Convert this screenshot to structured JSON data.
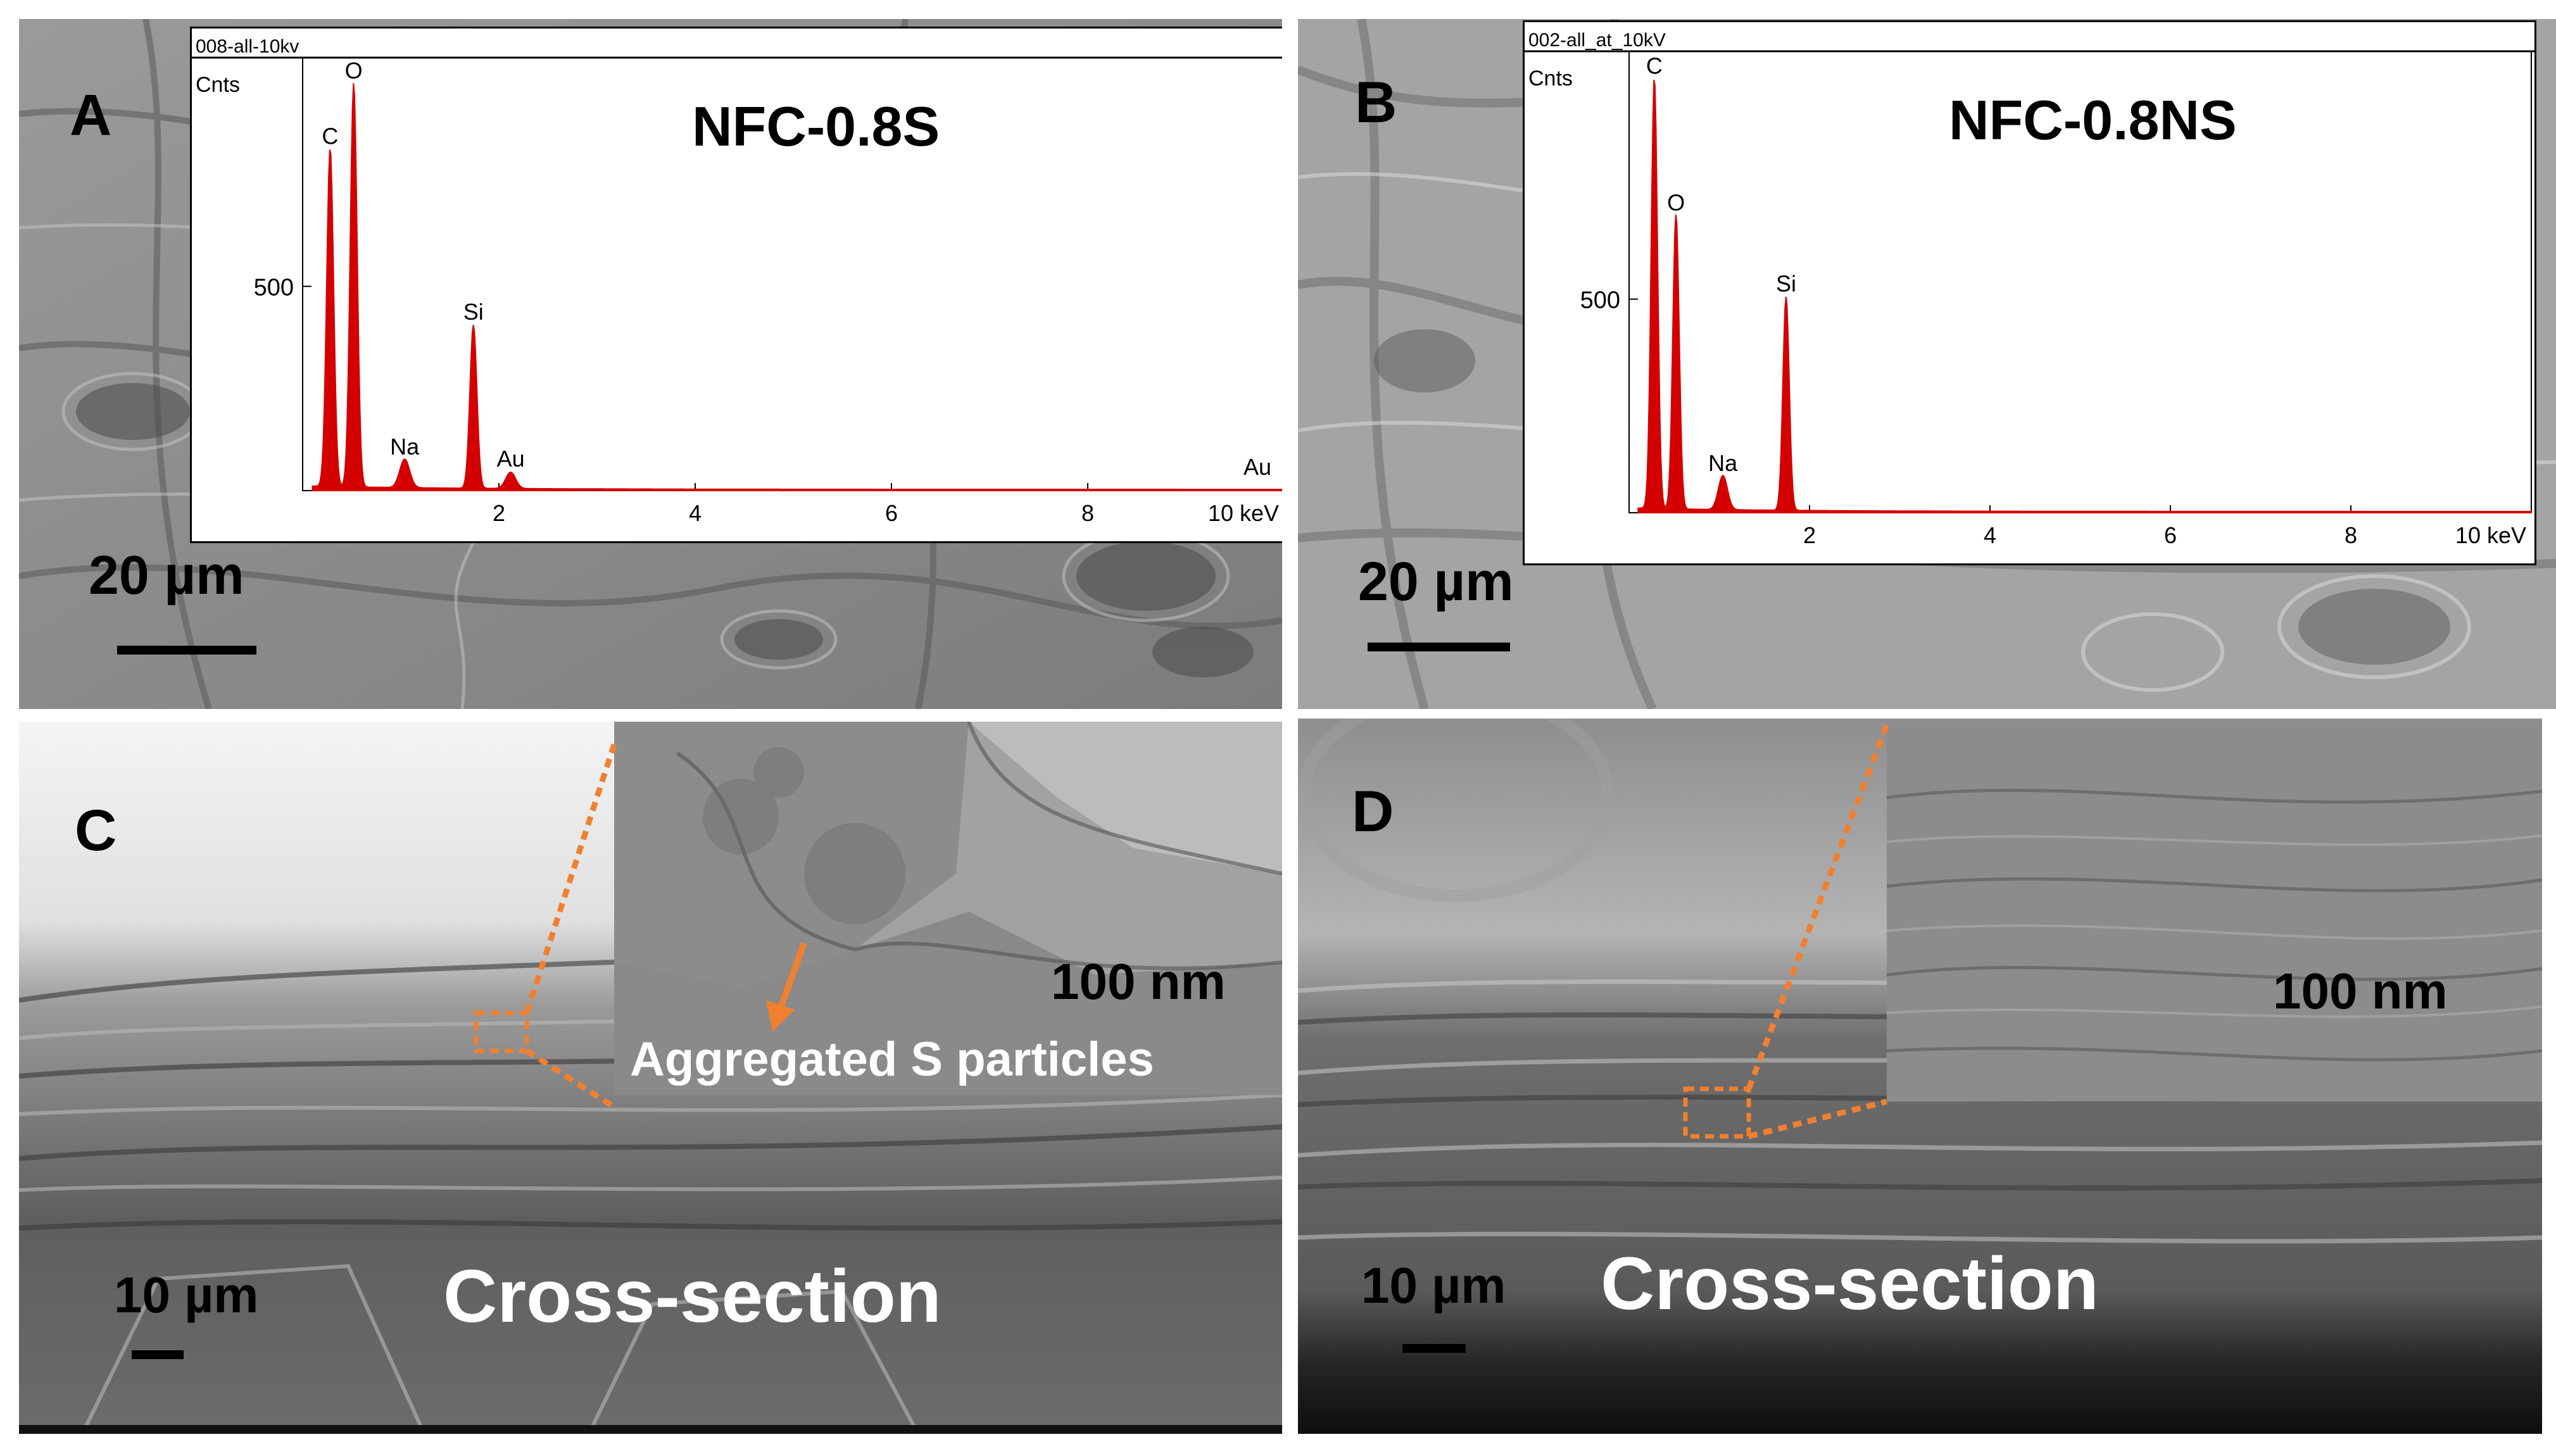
{
  "panels": {
    "A": {
      "label": "A",
      "scale": "20 µm",
      "eds": {
        "header": "008-all-10kv",
        "ylabel": "Cnts",
        "sample": "NFC-0.8S",
        "ytick": "500",
        "xticks": [
          "2",
          "4",
          "6",
          "8",
          "10 keV"
        ],
        "peaks": [
          {
            "element": "C",
            "energy": 0.28,
            "counts": 830
          },
          {
            "element": "O",
            "energy": 0.52,
            "counts": 990
          },
          {
            "element": "Na",
            "energy": 1.04,
            "counts": 70
          },
          {
            "element": "Si",
            "energy": 1.74,
            "counts": 400
          },
          {
            "element": "Au",
            "energy": 2.12,
            "counts": 40
          }
        ],
        "extra_label": "Au"
      }
    },
    "B": {
      "label": "B",
      "scale": "20 µm",
      "eds": {
        "header": "002-all_at_10kV",
        "ylabel": "Cnts",
        "sample": "NFC-0.8NS",
        "ytick": "500",
        "xticks": [
          "2",
          "4",
          "6",
          "8",
          "10 keV"
        ],
        "peaks": [
          {
            "element": "C",
            "energy": 0.28,
            "counts": 1010
          },
          {
            "element": "O",
            "energy": 0.52,
            "counts": 690
          },
          {
            "element": "Na",
            "energy": 1.04,
            "counts": 80
          },
          {
            "element": "Si",
            "energy": 1.74,
            "counts": 500
          }
        ]
      }
    },
    "C": {
      "label": "C",
      "scale": "10 µm",
      "inset_scale": "100 nm",
      "annotation": "Aggregated S particles",
      "caption": "Cross-section"
    },
    "D": {
      "label": "D",
      "scale": "10 µm",
      "inset_scale": "100 nm",
      "caption": "Cross-section"
    }
  },
  "colors": {
    "spectrum": "#d40000",
    "zoom_guide": "#f08030"
  }
}
